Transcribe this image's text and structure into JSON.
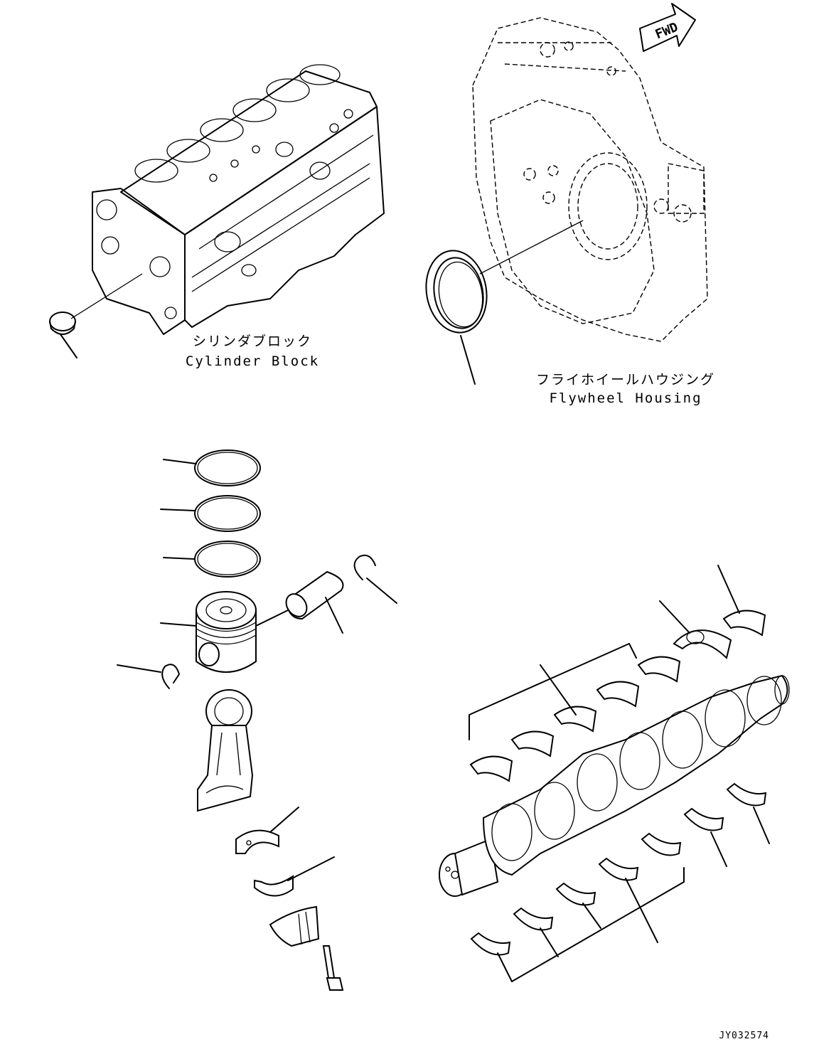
{
  "labels": {
    "cylinder_block_jp": "シリンダブロック",
    "cylinder_block_en": "Cylinder Block",
    "flywheel_housing_jp": "フライホイールハウジング",
    "flywheel_housing_en": "Flywheel Housing",
    "fwd": "FWD",
    "drawing_code": "JY032574"
  }
}
